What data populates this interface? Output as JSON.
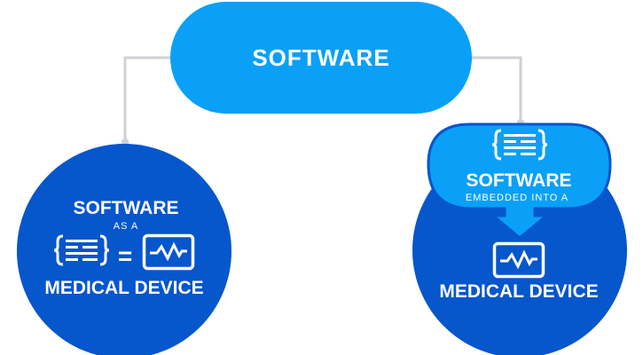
{
  "top": {
    "label": "SOFTWARE"
  },
  "left": {
    "line1": "SOFTWARE",
    "line2": "AS A",
    "line3": "MEDICAL DEVICE",
    "equals": "="
  },
  "right": {
    "line1": "SOFTWARE",
    "line2": "EMBEDDED INTO A",
    "line3": "MEDICAL DEVICE"
  },
  "colors": {
    "light_blue": "#0aa0f8",
    "dark_blue": "#0656cc",
    "connector": "#d0d0d6"
  }
}
